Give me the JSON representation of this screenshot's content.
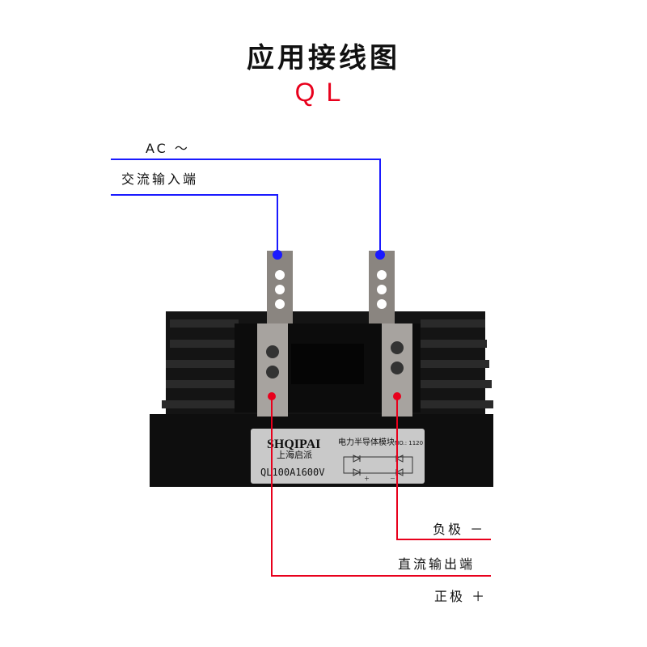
{
  "title": "应用接线图",
  "model": "QL",
  "ac_input": {
    "symbol": "AC ～",
    "label": "交流输入端",
    "wire_color": "#1a1aff"
  },
  "dc_output": {
    "negative": "负极 －",
    "label": "直流输出端",
    "positive": "正极 ＋",
    "wire_color": "#e8001c"
  },
  "device_label": {
    "brand": "SHQIPAI",
    "description": "电力半导体模块",
    "number": "NO.: 1120",
    "maker": "上海启派",
    "part": "QL100A1600V",
    "minus": "－",
    "plus": "＋"
  }
}
